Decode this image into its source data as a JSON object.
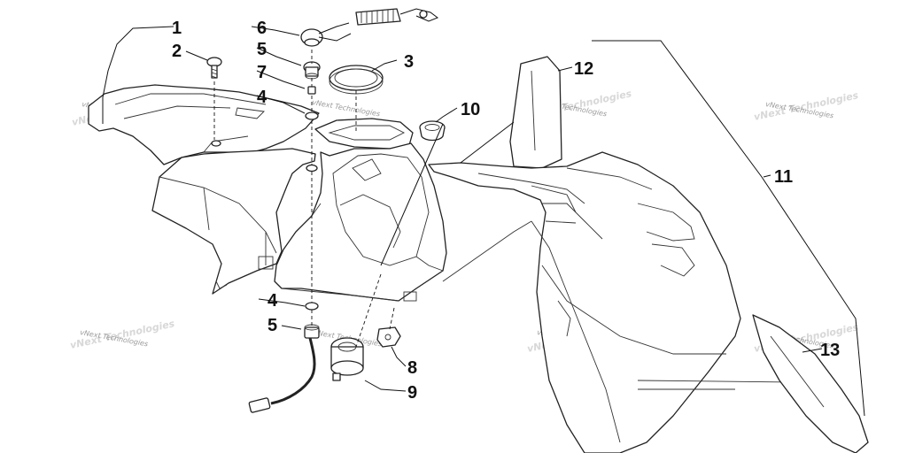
{
  "diagram": {
    "callouts": [
      "1",
      "2",
      "3",
      "4",
      "5",
      "6",
      "7",
      "4",
      "5",
      "8",
      "9",
      "10",
      "11",
      "12",
      "13"
    ],
    "watermark": "vNext Technologies"
  }
}
